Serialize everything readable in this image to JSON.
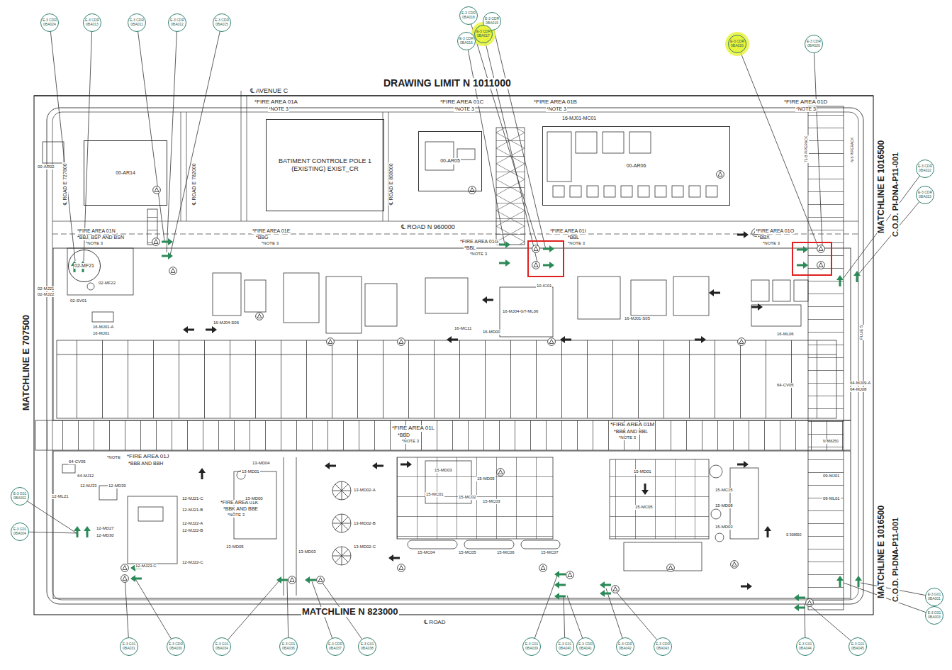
{
  "diagram": {
    "nodes": [
      {
        "text": [
          "E-3 CDR 0BA024"
        ]
      },
      {
        "text": [
          "E-3 CDR 0BA013"
        ]
      },
      {
        "text": [
          "E-3 CDR 0BA011"
        ]
      },
      {
        "text": [
          "E-3 CDR 0BA012"
        ]
      },
      {
        "text": [
          "E-3 CDR 0BA015"
        ]
      },
      {
        "text": [
          "E-3 CDR 0BA018"
        ]
      },
      {
        "text": [
          "E-3 CDR 0BA019"
        ]
      },
      {
        "text": [
          "E-3 CDR 0BA016"
        ]
      },
      {
        "text": [
          "E-3 CDR 0BA017"
        ]
      },
      {
        "text": [
          "E-3 CDR 0BA020"
        ]
      },
      {
        "text": [
          "E-3 CDR 0BA026"
        ]
      },
      {
        "text": [
          "BATIMENT CONTROLE POLE 1 (EXISTING) EXIST_CR"
        ]
      },
      {
        "text": [
          "00-AR14"
        ]
      },
      {
        "text": [
          "00-AR05"
        ]
      },
      {
        "text": [
          "00-AR06"
        ]
      },
      {
        "text": [
          "02-MF21"
        ]
      },
      {
        "text": [
          "E-3 CDR 0BA022"
        ]
      },
      {
        "text": [
          "E-3 CDR 0BA023"
        ]
      },
      {
        "text": [
          "E-3 G01 0BA002"
        ]
      },
      {
        "text": [
          "E-3 G01 0BA004"
        ]
      },
      {
        "text": [
          "E-3 G01 0BA001"
        ]
      },
      {
        "text": [
          "E-3 G01 0BA003"
        ]
      },
      {
        "text": [
          "E-3 G01 0BA031"
        ]
      },
      {
        "text": [
          "E-3 CDR 0BA030"
        ]
      },
      {
        "text": [
          "E-3 G01 0BA034"
        ]
      },
      {
        "text": [
          "E-3 G01 0BA036"
        ]
      },
      {
        "text": [
          "E-3 CDR 0BA037"
        ]
      },
      {
        "text": [
          "E-3 G01 0BA038"
        ]
      },
      {
        "text": [
          "E-3 G01 0BA039"
        ]
      },
      {
        "text": [
          "E-3 G01 0BA040"
        ]
      },
      {
        "text": [
          "E-3 CDR 0BA041"
        ]
      },
      {
        "text": [
          "E-3 CDR 0BA042"
        ]
      },
      {
        "text": [
          "E-3 CDR 0BA043"
        ]
      },
      {
        "text": [
          "E-3 G01 0BA044"
        ]
      },
      {
        "text": [
          "E-3 G01 0BA045"
        ]
      }
    ],
    "labels": [
      "DRAWING LIMIT N 1011000",
      "℄ AVENUE C",
      "*FIRE AREA 01A",
      "*NOTE 3",
      "*FIRE AREA 01C",
      "*NOTE 3",
      "*FIRE AREA 01B",
      "*NOTE 3",
      "*FIRE AREA 01D",
      "*NOTE 3",
      "16-MJ01-MC01",
      "00-AR02",
      "℄ ROAD E 727800",
      "℄ ROAD E 782000",
      "℄ ROAD E 808000",
      "*FIRE AREA 01N",
      "*BBJ, BSP AND BSN",
      "*NOTE 3",
      "*FIRE AREA 01E",
      "*BBG",
      "*NOTE 3",
      "℄ ROAD N 960000",
      "*FIRE AREA 01G",
      "*BBL",
      "*NOTE 3",
      "*FIRE AREA 01I",
      "*BBL",
      "*NOTE 3",
      "*FIRE AREA 01O",
      "*BBX",
      "*NOTE 3",
      "MATCHLINE E 707500",
      "MATCHLINE E 1016500",
      "C.O.D. PI-DNA-P11-001",
      "MATCHLINE E 1016500",
      "C.O.D. PI-DNA-P11-001",
      "MATCHLINE N 823000",
      "℄ ROAD",
      "*FIRE AREA 01L",
      "*BBD",
      "*NOTE 3",
      "*FIRE AREA 01M",
      "*BBB AND BBL",
      "*NOTE 3",
      "*NOTE",
      "*FIRE AREA 01J",
      "*BBB AND BBH",
      "*FIRE AREA 01K",
      "*BBK AND BBE",
      "*NOTE 3",
      "02-MF22",
      "02-MJ21",
      "02-MJ22",
      "02-SV01",
      "16-MJ01-A",
      "16-MJ01",
      "10-IC01",
      "16-MJ04-GT-ML06",
      "16-MJ04-S06",
      "16-MC11",
      "16-MD00",
      "16-MJ01-S05",
      "16-ML06",
      "FLUE 5",
      "64-MJ09-A",
      "64-MJ08",
      "64-CV05",
      "N 866250",
      "64-CV05",
      "64-MJ12",
      "12-ML21",
      "12-MJ33",
      "12-MD39",
      "12-MD27",
      "12-MD30",
      "12-MJ21-C",
      "12-MJ21-B",
      "12-MJ22-A",
      "12-MJ22-B",
      "12-MJ23-C",
      "12-MJ22-C",
      "13-MD01",
      "13-MD04",
      "13-MD00",
      "13-MD05",
      "13-MD03",
      "13-MD02-A",
      "13-MD02-B",
      "13-MD02-C",
      "15-MD03",
      "15-MD05",
      "15-MC01",
      "15-MC02",
      "15-MC03",
      "15-MC04",
      "15-MC05",
      "15-MC06",
      "15-MC07",
      "15-MD01",
      "15-MC05",
      "15-MC15",
      "15-MD08",
      "15-MD03",
      "09-MJ01",
      "09-ML01",
      "S 938650",
      "N-S PIPERACK",
      "71-B PIPERACK"
    ]
  }
}
